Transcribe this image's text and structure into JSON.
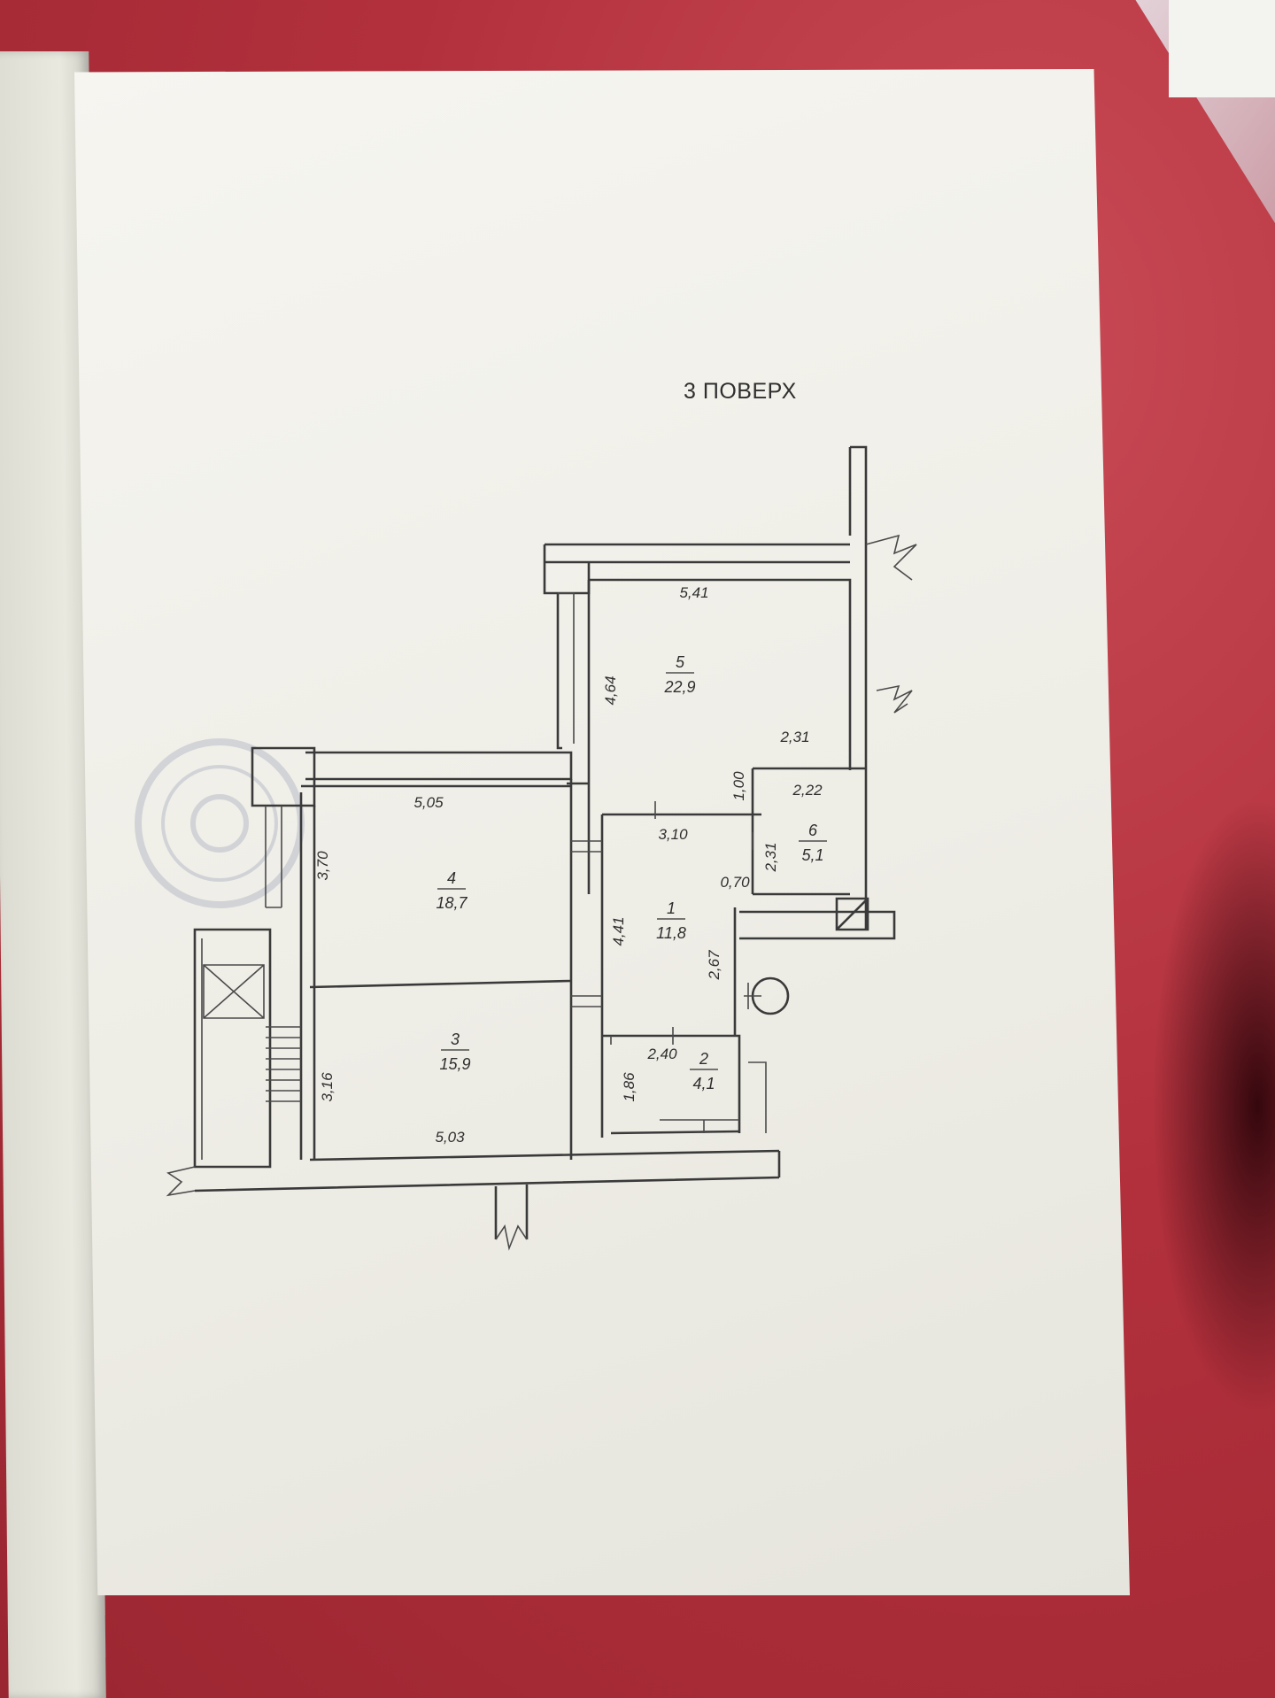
{
  "floor_title": "3 ПОВЕРХ",
  "rooms": [
    {
      "number": "1",
      "area": "11,8"
    },
    {
      "number": "2",
      "area": "4,1"
    },
    {
      "number": "3",
      "area": "15,9"
    },
    {
      "number": "4",
      "area": "18,7"
    },
    {
      "number": "5",
      "area": "22,9"
    },
    {
      "number": "6",
      "area": "5,1"
    }
  ],
  "dimensions": {
    "room5_width": "5,41",
    "room5_height": "4,64",
    "room4_width": "5,05",
    "room4_height": "3,70",
    "room3_height": "3,16",
    "room3_width": "5,03",
    "room1_width": "3,10",
    "room1_height": "4,41",
    "room1_side": "2,67",
    "corridor_gap": "0,70",
    "room2_width": "2,40",
    "room2_height": "1,86",
    "room6_top": "2,31",
    "room6_width": "2,22",
    "room6_height": "2,31",
    "niche_height": "1,00"
  }
}
